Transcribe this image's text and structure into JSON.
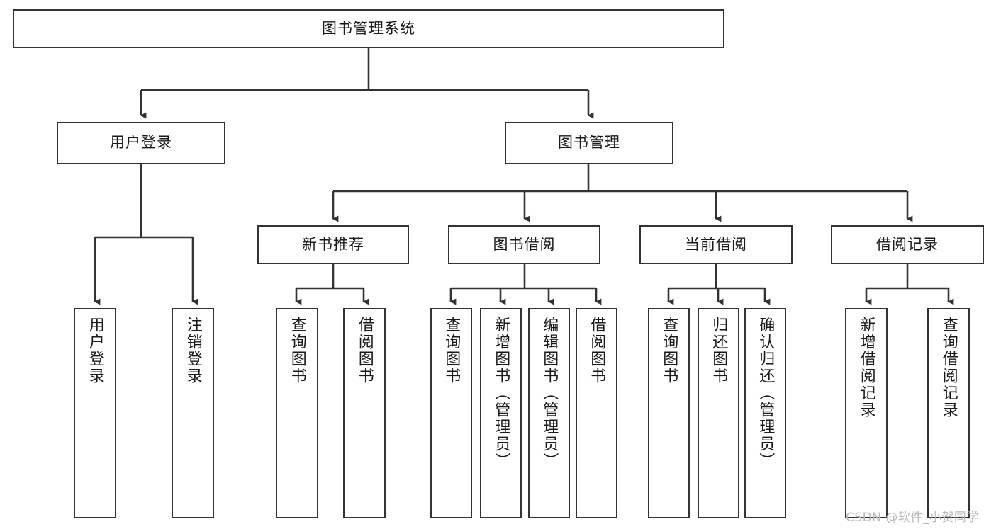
{
  "diagram": {
    "type": "tree",
    "title": "图书管理系统",
    "watermark": "CSDN @软件_小贺同学",
    "colors": {
      "stroke": "#333333",
      "fill": "#ffffff",
      "text": "#1a1a1a",
      "watermark": "#b9b9b9"
    },
    "levels": {
      "root": {
        "label": "图书管理系统"
      },
      "level1": [
        {
          "label": "用户登录"
        },
        {
          "label": "图书管理"
        }
      ],
      "level2": [
        {
          "label": "新书推荐"
        },
        {
          "label": "图书借阅"
        },
        {
          "label": "当前借阅"
        },
        {
          "label": "借阅记录"
        }
      ],
      "leaves": {
        "user_login": [
          {
            "label": "用户登录"
          },
          {
            "label": "注销登录"
          }
        ],
        "new_book": [
          {
            "label": "查询图书"
          },
          {
            "label": "借阅图书"
          }
        ],
        "book_borrow": [
          {
            "label": "查询图书"
          },
          {
            "label": "新增图书（管理员）"
          },
          {
            "label": "编辑图书（管理员）"
          },
          {
            "label": "借阅图书"
          }
        ],
        "current_borrow": [
          {
            "label": "查询图书"
          },
          {
            "label": "归还图书"
          },
          {
            "label": "确认归还（管理员）"
          }
        ],
        "borrow_record": [
          {
            "label": "新增借阅记录"
          },
          {
            "label": "查询借阅记录"
          }
        ]
      }
    }
  }
}
